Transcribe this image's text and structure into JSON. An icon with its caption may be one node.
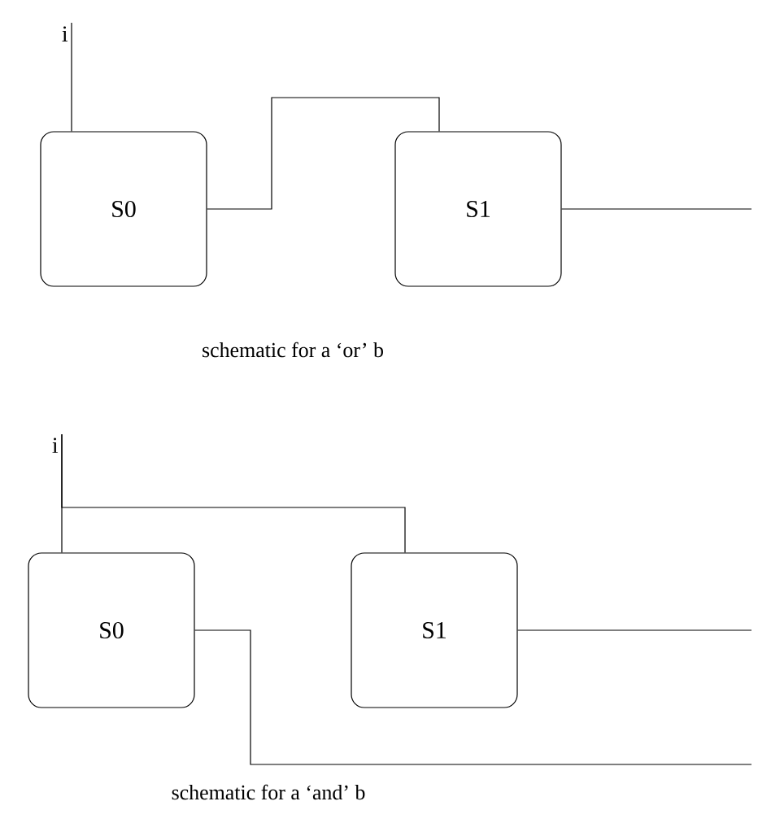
{
  "diagram": {
    "nodes": [
      {
        "text": [
          "i"
        ]
      },
      {
        "text": [
          "S0"
        ]
      },
      {
        "text": [
          "S1"
        ]
      },
      {
        "text": [
          "i"
        ]
      },
      {
        "text": [
          "S0"
        ]
      },
      {
        "text": [
          "S1"
        ]
      }
    ],
    "edges": [
      {
        "from": 0,
        "to": 1,
        "arrow": "none"
      },
      {
        "from": 1,
        "to": 2,
        "arrow": "none"
      },
      {
        "from": 2,
        "to": null,
        "arrow": "none"
      },
      {
        "from": 3,
        "to": 4,
        "arrow": "none"
      },
      {
        "from": 3,
        "to": 5,
        "arrow": "none"
      },
      {
        "from": 5,
        "to": null,
        "arrow": "none"
      },
      {
        "from": 4,
        "to": null,
        "arrow": "none"
      }
    ],
    "labels": [
      "schematic for a ‘or’ b",
      "schematic for a ‘and’ b"
    ]
  }
}
